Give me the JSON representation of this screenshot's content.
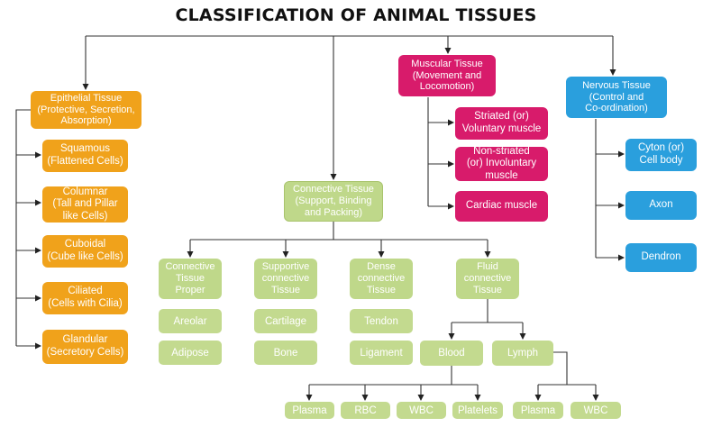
{
  "title": "CLASSIFICATION OF ANIMAL TISSUES",
  "colors": {
    "epithelial": "#f0a21b",
    "muscular": "#d81b6b",
    "nervous": "#2a9fdd",
    "connective": "#bfd88a"
  },
  "epithelial": {
    "head": "Epithelial Tissue\n(Protective, Secretion,\nAbsorption)",
    "items": [
      "Squamous\n(Flattened Cells)",
      "Columnar\n(Tall and Pillar\nlike Cells)",
      "Cuboidal\n(Cube like Cells)",
      "Ciliated\n(Cells with Cilia)",
      "Glandular\n(Secretory Cells)"
    ]
  },
  "muscular": {
    "head": "Muscular Tissue\n(Movement and\nLocomotion)",
    "items": [
      "Striated (or)\nVoluntary muscle",
      "Non-striated\n(or) Involuntary\nmuscle",
      "Cardiac muscle"
    ]
  },
  "nervous": {
    "head": "Nervous Tissue\n(Control and\nCo-ordination)",
    "items": [
      "Cyton (or)\nCell body",
      "Axon",
      "Dendron"
    ]
  },
  "connective": {
    "head": "Connective Tissue\n(Support, Binding\nand Packing)",
    "groups": [
      {
        "label": "Connective\nTissue\nProper",
        "items": [
          "Areolar",
          "Adipose"
        ]
      },
      {
        "label": "Supportive\nconnective\nTissue",
        "items": [
          "Cartilage",
          "Bone"
        ]
      },
      {
        "label": "Dense\nconnective\nTissue",
        "items": [
          "Tendon",
          "Ligament"
        ]
      },
      {
        "label": "Fluid\nconnective\nTissue",
        "items": [
          "Blood",
          "Lymph"
        ]
      }
    ],
    "blood": [
      "Plasma",
      "RBC",
      "WBC",
      "Platelets"
    ],
    "lymph": [
      "Plasma",
      "WBC"
    ]
  }
}
